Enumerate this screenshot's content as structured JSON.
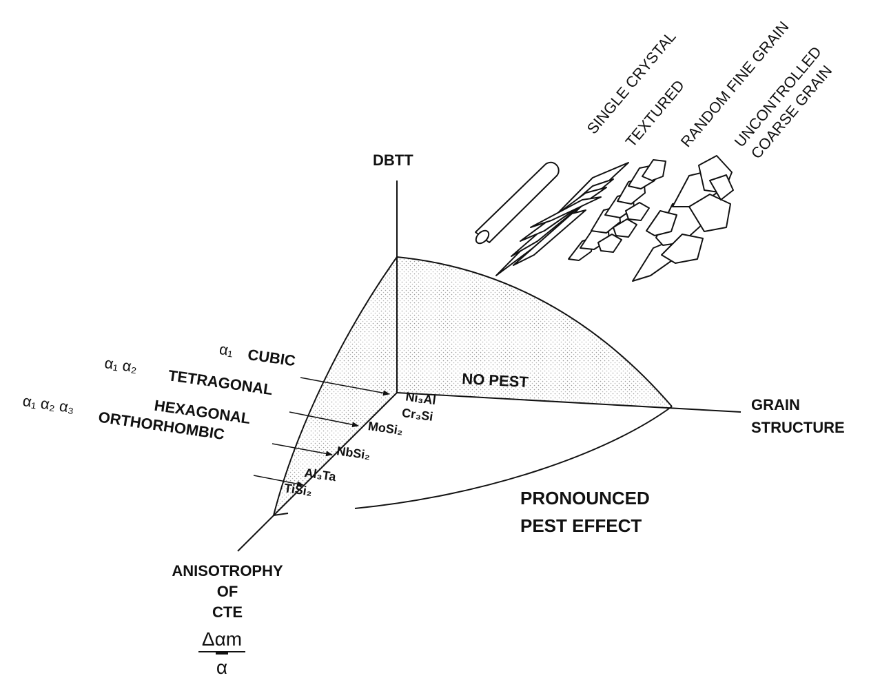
{
  "axes": {
    "vertical": "DBTT",
    "horizontal_top": "GRAIN",
    "horizontal_bottom": "STRUCTURE",
    "diagonal_line1": "ANISOTROPHY",
    "diagonal_line2": "OF",
    "diagonal_line3": "CTE",
    "fraction_numerator": "Δαm",
    "fraction_denominator": "α"
  },
  "regions": {
    "no_pest": "NO PEST",
    "pronounced_line1": "PRONOUNCED",
    "pronounced_line2": "PEST  EFFECT"
  },
  "grain_types": [
    "SINGLE CRYSTAL",
    "TEXTURED",
    "RANDOM FINE GRAIN",
    "UNCONTROLLED",
    "COARSE GRAIN"
  ],
  "crystal_systems": [
    {
      "alphas": "α₁",
      "name": "CUBIC"
    },
    {
      "alphas": "α₁ α₂",
      "name": "TETRAGONAL"
    },
    {
      "alphas": "",
      "name": "HEXAGONAL"
    },
    {
      "alphas": "α₁ α₂ α₃",
      "name": "ORTHORHOMBIC"
    }
  ],
  "compounds": [
    "Ni₃Al",
    "Cr₃Si",
    "MoSi₂",
    "NbSi₂",
    "Al₃Ta",
    "TiSi₂"
  ],
  "colors": {
    "ink": "#111111",
    "shading": "#c8c8c8"
  }
}
